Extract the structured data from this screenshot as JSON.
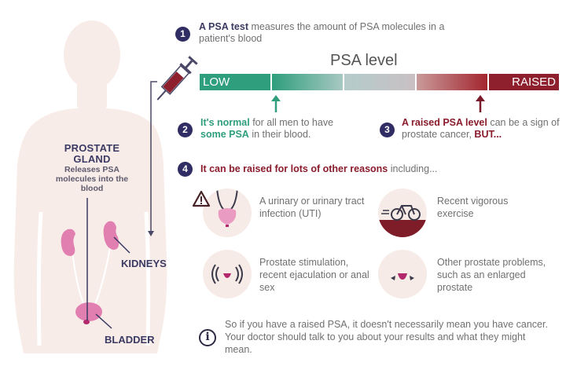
{
  "body_diagram": {
    "prostate_title": "PROSTATE GLAND",
    "prostate_desc": "Releases PSA molecules into the blood",
    "kidneys_label": "KIDNEYS",
    "bladder_label": "BLADDER"
  },
  "steps": [
    {
      "number": "1",
      "bold": "A PSA test",
      "text": " measures the amount of PSA molecules in a patient's blood"
    },
    {
      "number": "2",
      "bold": "It's normal",
      "text": " for all men to have ",
      "bold2": "some PSA",
      "text2": " in their blood."
    },
    {
      "number": "3",
      "bold": "A raised PSA level",
      "text": " can be a sign of prostate cancer, ",
      "bold2": "BUT..."
    },
    {
      "number": "4",
      "bold": "It can be raised for lots of other reasons",
      "text": " including..."
    }
  ],
  "psa_scale": {
    "title": "PSA level",
    "low_label": "LOW",
    "raised_label": "RAISED",
    "colors": {
      "low": "#2e9e7c",
      "raised": "#8e1f2d"
    }
  },
  "reasons": [
    {
      "icon": "urinary-tract-warning-icon",
      "text": "A urinary or urinary tract infection (UTI)"
    },
    {
      "icon": "bicycle-icon",
      "text": "Recent vigorous exercise"
    },
    {
      "icon": "prostate-stimulation-icon",
      "text": "Prostate stimulation, recent ejaculation or anal sex"
    },
    {
      "icon": "enlarged-prostate-icon",
      "text": "Other prostate problems, such as an enlarged prostate"
    }
  ],
  "info_note": {
    "icon": "info-icon",
    "text": "So if you have a raised PSA, it doesn't necessarily mean you have cancer. Your doctor should talk to you about your results and what they might mean."
  },
  "colors": {
    "navy": "#2f2d63",
    "green": "#2e9e7c",
    "maroon": "#8a1c2c",
    "skin": "#f7ebe7",
    "organ_pink": "#e07fb0"
  }
}
